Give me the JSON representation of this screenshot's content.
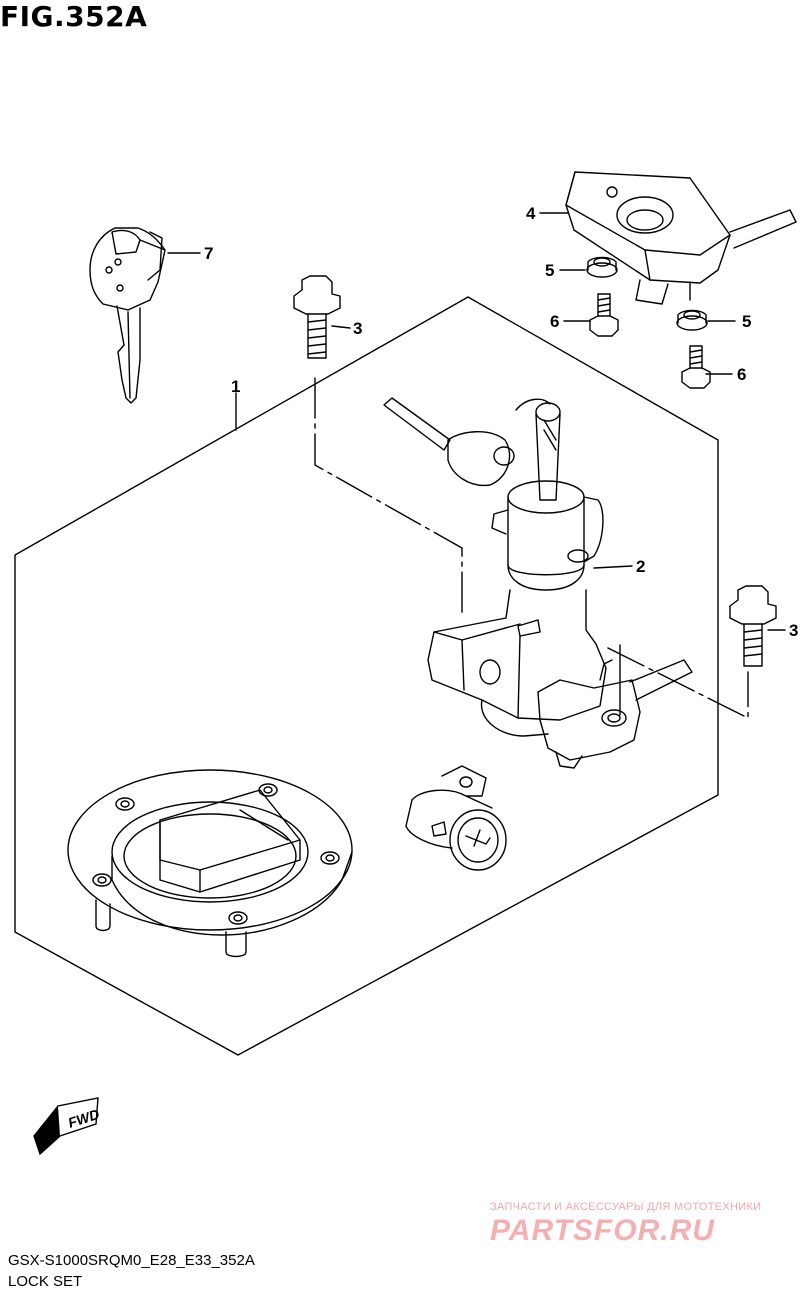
{
  "figure": {
    "title": "FIG.352A"
  },
  "callouts": [
    {
      "id": "1",
      "label": "1"
    },
    {
      "id": "2",
      "label": "2"
    },
    {
      "id": "3a",
      "label": "3"
    },
    {
      "id": "3b",
      "label": "3"
    },
    {
      "id": "4",
      "label": "4"
    },
    {
      "id": "5a",
      "label": "5"
    },
    {
      "id": "5b",
      "label": "5"
    },
    {
      "id": "6a",
      "label": "6"
    },
    {
      "id": "6b",
      "label": "6"
    },
    {
      "id": "7",
      "label": "7"
    }
  ],
  "fwd_label": "FWD",
  "footer": {
    "model_code": "GSX-S1000SRQM0_E28_E33_352A",
    "section_name": "LOCK SET"
  },
  "watermark": {
    "tagline": "ЗАПЧАСТИ И АКСЕССУАРЫ ДЛЯ МОТОТЕХНИКИ",
    "logo": "PARTSFOR.RU"
  }
}
